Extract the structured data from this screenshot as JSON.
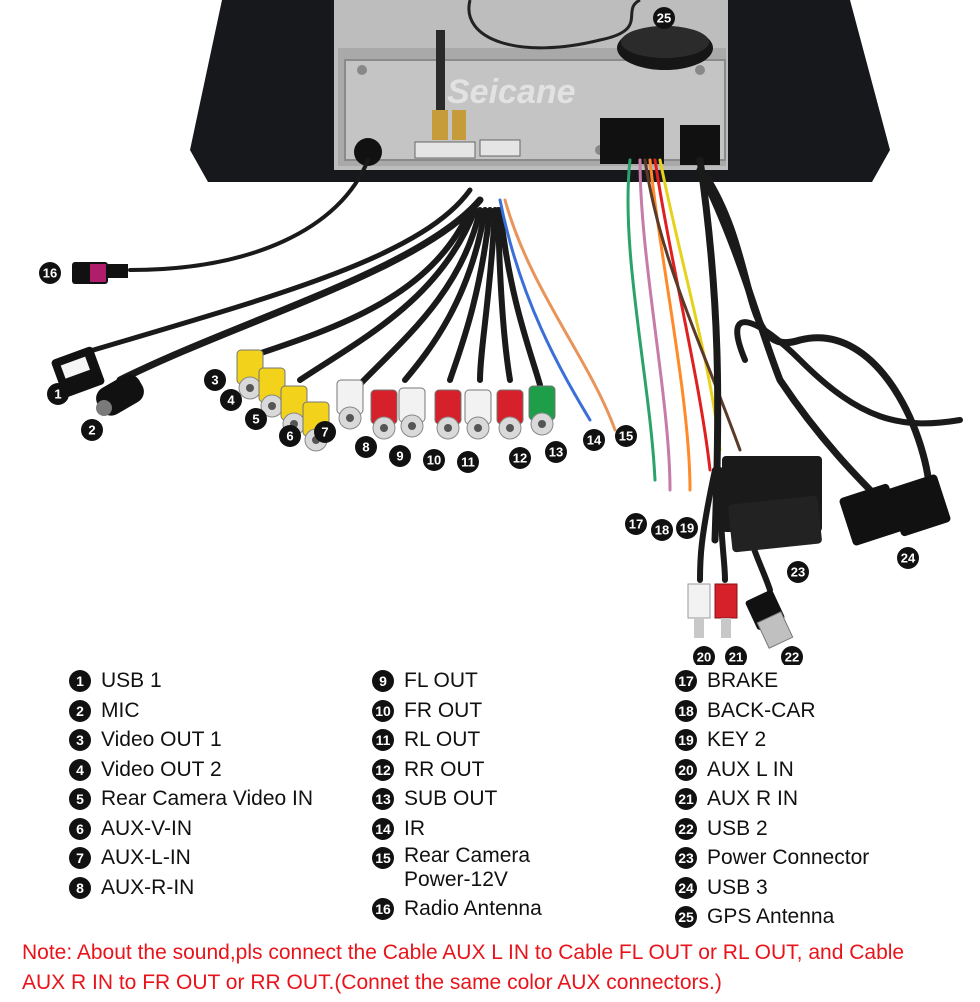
{
  "watermark": "Seicane",
  "legend": {
    "column1": [
      {
        "num": "1",
        "label": "USB 1"
      },
      {
        "num": "2",
        "label": "MIC"
      },
      {
        "num": "3",
        "label": "Video OUT 1"
      },
      {
        "num": "4",
        "label": "Video OUT 2"
      },
      {
        "num": "5",
        "label": "Rear Camera Video IN"
      },
      {
        "num": "6",
        "label": "AUX-V-IN"
      },
      {
        "num": "7",
        "label": "AUX-L-IN"
      },
      {
        "num": "8",
        "label": "AUX-R-IN"
      }
    ],
    "column2": [
      {
        "num": "9",
        "label": "FL OUT"
      },
      {
        "num": "10",
        "label": "FR OUT"
      },
      {
        "num": "11",
        "label": "RL OUT"
      },
      {
        "num": "12",
        "label": "RR OUT"
      },
      {
        "num": "13",
        "label": "SUB OUT"
      },
      {
        "num": "14",
        "label": "IR"
      },
      {
        "num": "15",
        "label": "Rear Camera",
        "label2": "Power-12V"
      },
      {
        "num": "16",
        "label": "Radio Antenna"
      }
    ],
    "column3": [
      {
        "num": "17",
        "label": "BRAKE"
      },
      {
        "num": "18",
        "label": "BACK-CAR"
      },
      {
        "num": "19",
        "label": "KEY 2"
      },
      {
        "num": "20",
        "label": "AUX L IN"
      },
      {
        "num": "21",
        "label": "AUX R IN"
      },
      {
        "num": "22",
        "label": "USB 2"
      },
      {
        "num": "23",
        "label": "Power Connector"
      },
      {
        "num": "24",
        "label": "USB 3"
      },
      {
        "num": "25",
        "label": "GPS Antenna"
      }
    ]
  },
  "note": {
    "line1": "Note: About the sound,pls connect the Cable AUX L IN to Cable FL OUT or RL OUT, and Cable",
    "line2": "AUX R IN to FR OUT or RR OUT.(Connet the same color AUX connectors.)"
  },
  "colors": {
    "note_text": "#e8141b",
    "rca_yellow": "#f2d21a",
    "rca_red": "#d6202a",
    "rca_white": "#f2f2f2",
    "rca_green": "#1f9e4a",
    "cable_black": "#1a1a1a",
    "unit_silver": "#c9c9c9"
  }
}
